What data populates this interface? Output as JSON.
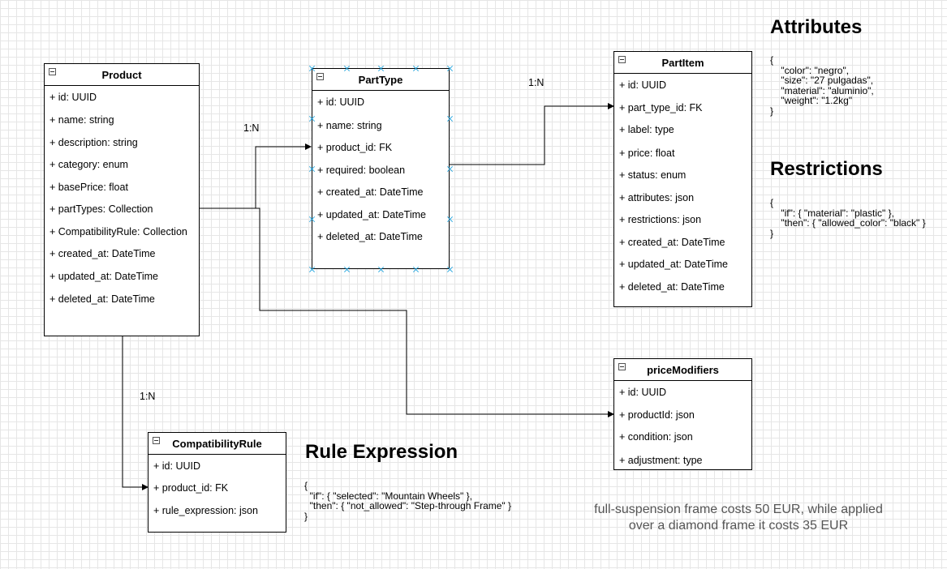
{
  "entities": {
    "product": {
      "title": "Product",
      "fields": [
        "+ id: UUID",
        "+ name: string",
        "+ description: string",
        "+ category: enum",
        "+ basePrice: float",
        "+ partTypes: Collection",
        "+ CompatibilityRule: Collection",
        "+ created_at: DateTime",
        "+ updated_at: DateTime",
        "+ deleted_at: DateTime"
      ]
    },
    "parttype": {
      "title": "PartType",
      "fields": [
        "+ id: UUID",
        "+ name: string",
        "+ product_id: FK",
        "+ required: boolean",
        "+ created_at: DateTime",
        "+ updated_at: DateTime",
        "+ deleted_at: DateTime"
      ]
    },
    "partitem": {
      "title": "PartItem",
      "fields": [
        "+ id: UUID",
        "+ part_type_id: FK",
        "+ label: type",
        "+ price: float",
        "+ status: enum",
        "+ attributes: json",
        "+ restrictions: json",
        "+ created_at: DateTime",
        "+ updated_at: DateTime",
        "+ deleted_at: DateTime"
      ]
    },
    "pricemodifiers": {
      "title": "priceModifiers",
      "fields": [
        "+ id: UUID",
        "+ productId: json",
        "+ condition: json",
        "+ adjustment: type"
      ]
    },
    "compatibilityrule": {
      "title": "CompatibilityRule",
      "fields": [
        "+ id: UUID",
        "+ product_id: FK",
        "+ rule_expression: json"
      ]
    }
  },
  "relations": {
    "product_parttype": "1:N",
    "parttype_partitem": "1:N",
    "product_rule": "1:N"
  },
  "annotations": {
    "attributes_title": "Attributes",
    "attributes_code": "{\n    \"color\": \"negro\",\n    \"size\": \"27 pulgadas\",\n    \"material\": \"aluminio\",\n    \"weight\": \"1.2kg\"\n}",
    "restrictions_title": "Restrictions",
    "restrictions_code": "{\n    \"if\": { \"material\": \"plastic\" },\n    \"then\": { \"allowed_color\": \"black\" }\n}",
    "rule_title": "Rule Expression",
    "rule_code": "{\n  \"if\": { \"selected\": \"Mountain Wheels\" },\n  \"then\": { \"not_allowed\": \"Step-through Frame\" }\n}",
    "note": "full-suspension frame costs 50 EUR, while applied\nover a diamond frame it costs 35 EUR"
  }
}
